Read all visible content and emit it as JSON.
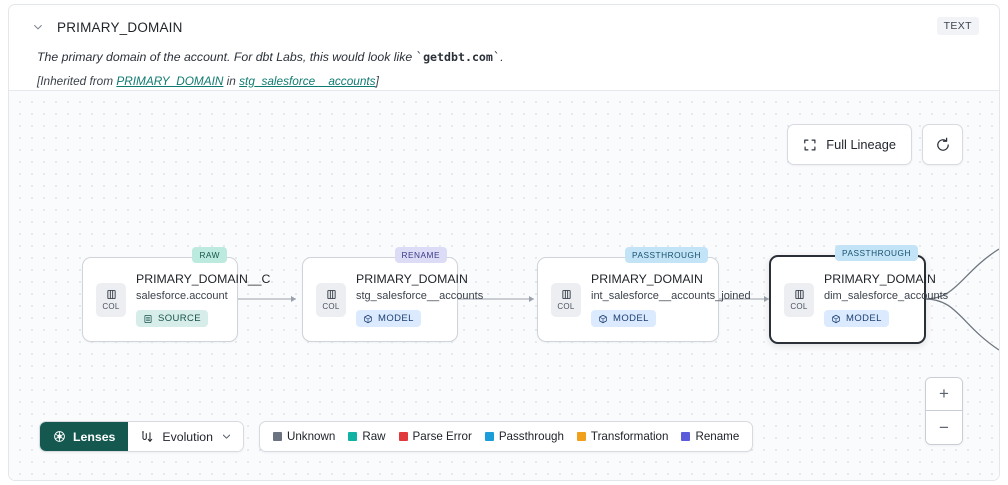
{
  "header": {
    "collapse_icon": "chevron-down-icon",
    "title": "PRIMARY_DOMAIN",
    "type_chip": "TEXT",
    "description_prefix": "The primary domain of the account. For dbt Labs, this would look like ",
    "description_code": "getdbt.com",
    "description_suffix": ".",
    "inherited_prefix": "[Inherited from ",
    "inherited_link_1": "PRIMARY_DOMAIN",
    "inherited_mid": " in ",
    "inherited_link_2": "stg_salesforce__accounts",
    "inherited_suffix": "]"
  },
  "canvas": {
    "full_lineage_label": "Full Lineage",
    "full_lineage_icon": "expand-corners-icon",
    "refresh_icon": "refresh-icon",
    "zoom_in_label": "+",
    "zoom_out_label": "−"
  },
  "nodes": [
    {
      "tag": "RAW",
      "tag_style": "tag-raw",
      "col_label": "COL",
      "title": "PRIMARY_DOMAIN__C",
      "subtitle": "salesforce.account",
      "kind": "SOURCE",
      "kind_style": "kind-source",
      "kind_icon": "database-icon",
      "selected": false
    },
    {
      "tag": "RENAME",
      "tag_style": "tag-rename",
      "col_label": "COL",
      "title": "PRIMARY_DOMAIN",
      "subtitle": "stg_salesforce__accounts",
      "kind": "MODEL",
      "kind_style": "kind-model",
      "kind_icon": "cube-icon",
      "selected": false
    },
    {
      "tag": "PASSTHROUGH",
      "tag_style": "tag-pass",
      "col_label": "COL",
      "title": "PRIMARY_DOMAIN",
      "subtitle": "int_salesforce__accounts_joined",
      "kind": "MODEL",
      "kind_style": "kind-model",
      "kind_icon": "cube-icon",
      "selected": false
    },
    {
      "tag": "PASSTHROUGH",
      "tag_style": "tag-pass",
      "col_label": "COL",
      "title": "PRIMARY_DOMAIN",
      "subtitle": "dim_salesforce_accounts",
      "kind": "MODEL",
      "kind_style": "kind-model",
      "kind_icon": "cube-icon",
      "selected": true
    }
  ],
  "toolbar": {
    "lenses_label": "Lenses",
    "lenses_icon": "aperture-icon",
    "evolution_label": "Evolution",
    "evolution_icon": "evolution-flow-icon",
    "evolution_caret": "chevron-down-icon"
  },
  "legend": {
    "items": [
      {
        "label": "Unknown",
        "color": "#6b7280"
      },
      {
        "label": "Raw",
        "color": "#10b3a3"
      },
      {
        "label": "Parse Error",
        "color": "#e0393e"
      },
      {
        "label": "Passthrough",
        "color": "#1a9dd9"
      },
      {
        "label": "Transformation",
        "color": "#f0a01b"
      },
      {
        "label": "Rename",
        "color": "#5b5bdc"
      }
    ]
  },
  "colors": {
    "accent_teal": "#14584f",
    "link_teal": "#0f7a70",
    "canvas_bg": "#fafbfc"
  }
}
